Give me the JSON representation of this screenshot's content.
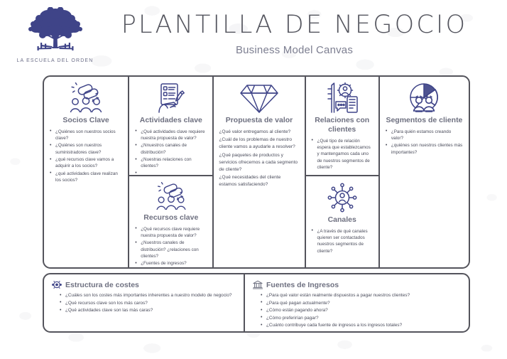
{
  "brand": {
    "logo_icon": "oak-tree-icon",
    "logo_text": "LA ESCUELA DEL ORDEN"
  },
  "header": {
    "title": "PLANTILLA DE NEGOCIO",
    "subtitle": "Business Model Canvas"
  },
  "colors": {
    "icon_indigo": "#3f4488",
    "frame_gray": "#54545c",
    "title_gray": "#55565f",
    "heading_gray": "#6e7080",
    "body_gray": "#4b4d5c",
    "logo_text_gray": "#6d6f89"
  },
  "blocks": {
    "key_partners": {
      "icon": "chain-link-people-icon",
      "title": "Socios Clave",
      "questions": [
        "¿Quiénes son nuestros socios clave?",
        "¿Quiénes son nuestros suministradores clave?",
        "¿qué recursos clave vamos a adquirir a los socios?",
        "¿qué actividades clave realizan los socios?"
      ]
    },
    "key_activities": {
      "icon": "hand-writing-checklist-icon",
      "title": "Actividades clave",
      "questions": [
        "¿Qué actividades clave requiere nuestra propuesta de valor?",
        "¿Nnuestros canales de distribución?",
        "¿Nuestras relaciones con clientes?",
        ""
      ]
    },
    "key_resources": {
      "icon": "chain-link-people-icon",
      "title": "Recursos clave",
      "questions": [
        "¿Qué recursos clave requiere nuestra propuesta de valor?",
        "¿Nuestros canales de distribución? ¿relaciones con clientes?",
        "¿Fuentes de ingresos?"
      ]
    },
    "value_proposition": {
      "icon": "diamond-icon",
      "title": "Propuesta de valor",
      "lines": [
        "¿Qué valor entregamos al cliente?",
        "¿Cuál de los problemas de nuestro cliente vamos a ayudarle a resolver?",
        "¿Qué paquetes de productos y servicios ofrecemos a cada segmento de cliente?",
        "¿Qué necesidades del cliente estamos satisfaciendo?"
      ]
    },
    "customer_relationships": {
      "icon": "person-gear-document-icon",
      "title": "Relaciones con clientes",
      "questions": [
        "¿Qué tipo de relación espera que establezcamos y mantengamos cada uno de nuestros segmentos de cliente?"
      ]
    },
    "channels": {
      "icon": "network-hub-person-icon",
      "title": "Canales",
      "questions": [
        "¿A través de qué canales quieren ser contactados nuestros segmentos de cliente?"
      ]
    },
    "customer_segments": {
      "icon": "pie-chart-people-icon",
      "title": "Segmentos de cliente",
      "questions": [
        "¿Para quién estamos creando valor?",
        "¿quiénes son nuestros clientes más importantes?"
      ]
    },
    "cost_structure": {
      "icon": "coins-icon",
      "title": "Estructura de costes",
      "questions": [
        "¿Cuáles son los costes más importantes inherentes a nuestro modelo de negocio?",
        "¿Qué recursos clave son los más caros?",
        "¿Qué actividades clave son las más caras?"
      ]
    },
    "revenue_streams": {
      "icon": "bank-building-icon",
      "title": "Fuentes de Ingresos",
      "questions": [
        "¿Para qué valor están realmente dispuestos a pagar nuestros clientes?",
        "¿Para qué pagan actualmente?",
        "¿Cómo están pagando ahora?",
        "¿Cómo preferirían pagar?",
        "¿Cuánto contribuye cada fuente de ingresos a los ingresos totales?"
      ]
    }
  }
}
